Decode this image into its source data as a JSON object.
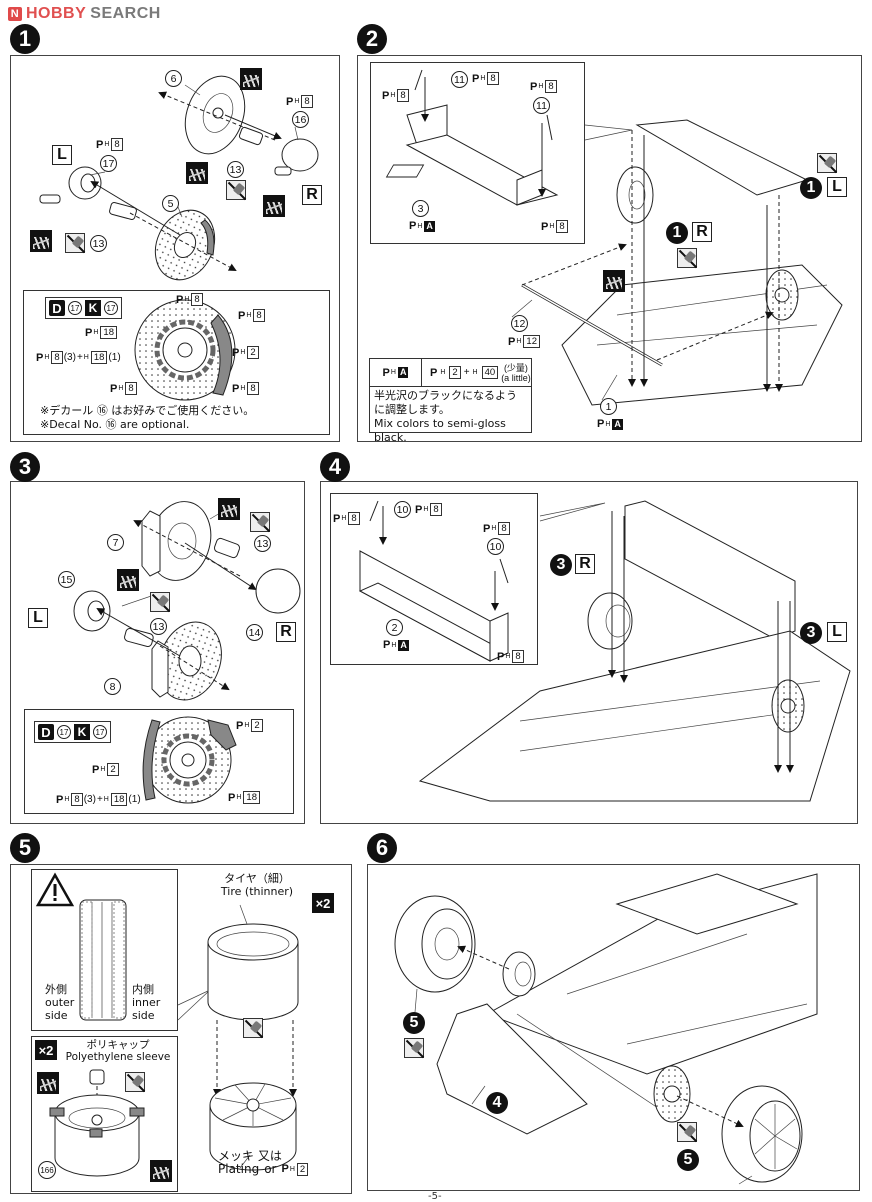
{
  "brand": {
    "logo_mark": "N",
    "logo_hobby": "HOBBY",
    "logo_search": "SEARCH"
  },
  "colors": {
    "ink": "#111111",
    "panel_border": "#444444",
    "logo_red": "#e05050",
    "logo_gray": "#7a7a7a",
    "caliper_gray": "#888888"
  },
  "page_number": "-5-",
  "steps": {
    "s1": {
      "number": "1",
      "parts": {
        "p6": "6",
        "p16": "16",
        "p17": "17",
        "p13a": "13",
        "p13b": "13",
        "p5": "5"
      },
      "sides": {
        "left": "L",
        "right": "R"
      },
      "paints": {
        "p16": "8",
        "p17": "8"
      },
      "icons": [
        "decal-icon",
        "decal-icon",
        "decal-icon",
        "decal-icon",
        "glue-icon",
        "glue-icon"
      ],
      "detail": {
        "legend": {
          "d": "D",
          "n1": "17",
          "k": "K",
          "n2": "17"
        },
        "callouts": [
          {
            "paint": "8"
          },
          {
            "paint": "8"
          },
          {
            "paint": "18"
          },
          {
            "paint": "2"
          },
          {
            "paint": "8"
          },
          {
            "paint": "8"
          }
        ],
        "mix": {
          "a": "8",
          "a_count": "(3)",
          "plus": "+",
          "b": "18",
          "b_count": "(1)"
        }
      },
      "note_jp": "※デカール ⑯ はお好みでご使用ください。",
      "note_en": "※Decal No. ⑯ are optional."
    },
    "s2": {
      "number": "2",
      "parts": {
        "p11a": "11",
        "p11b": "11",
        "p3": "3",
        "p12": "12",
        "p1": "1"
      },
      "paints": {
        "p11a": "8",
        "p11b": "8",
        "left_mount": "8",
        "right_mount": "8",
        "p3": "A",
        "p12": "12",
        "p1": "A"
      },
      "refs": {
        "ref_r_step": "1",
        "ref_r_side": "R",
        "ref_l_step": "1",
        "ref_l_side": "L"
      },
      "mix_table": {
        "code": "A",
        "recipe_a": "2",
        "plus": "+",
        "recipe_b": "40",
        "amount_jp": "(少量)",
        "amount_en": "(a little)",
        "desc_jp": "半光沢のブラックになるように調整します。",
        "desc_en": "Mix colors to semi-gloss black."
      }
    },
    "s3": {
      "number": "3",
      "parts": {
        "p7": "7",
        "p13a": "13",
        "p15": "15",
        "p13b": "13",
        "p14": "14",
        "p8": "8"
      },
      "sides": {
        "left": "L",
        "right": "R"
      },
      "detail": {
        "legend": {
          "d": "D",
          "n1": "17",
          "k": "K",
          "n2": "17"
        },
        "callouts": [
          {
            "paint": "2"
          },
          {
            "paint": "2"
          },
          {
            "paint": "18"
          }
        ],
        "mix": {
          "a": "8",
          "a_count": "(3)",
          "plus": "+",
          "b": "18",
          "b_count": "(1)"
        }
      }
    },
    "s4": {
      "number": "4",
      "parts": {
        "p10a": "10",
        "p10b": "10",
        "p2": "2"
      },
      "paints": {
        "p10a": "8",
        "p10b": "8",
        "left_mount": "8",
        "right_mount": "8",
        "p2": "A"
      },
      "refs": {
        "ref_r_step": "3",
        "ref_r_side": "R",
        "ref_l_step": "3",
        "ref_l_side": "L"
      }
    },
    "s5": {
      "number": "5",
      "multiplier": "×2",
      "tire_jp": "タイヤ（細）",
      "tire_en": "Tire (thinner)",
      "outer_jp": "外側",
      "outer_en1": "outer",
      "outer_en2": "side",
      "inner_jp": "内側",
      "inner_en1": "inner",
      "inner_en2": "side",
      "sleeve_multiplier": "×2",
      "sleeve_jp": "ポリキャップ",
      "sleeve_en": "Polyethylene sleeve",
      "part166": "166",
      "plating_jp": "メッキ 又は",
      "plating_en": "Plating",
      "or": "or",
      "plating_paint": "2"
    },
    "s6": {
      "number": "6",
      "refs": {
        "wheel_a": "5",
        "wheel_b": "5",
        "chassis": "4"
      }
    }
  }
}
